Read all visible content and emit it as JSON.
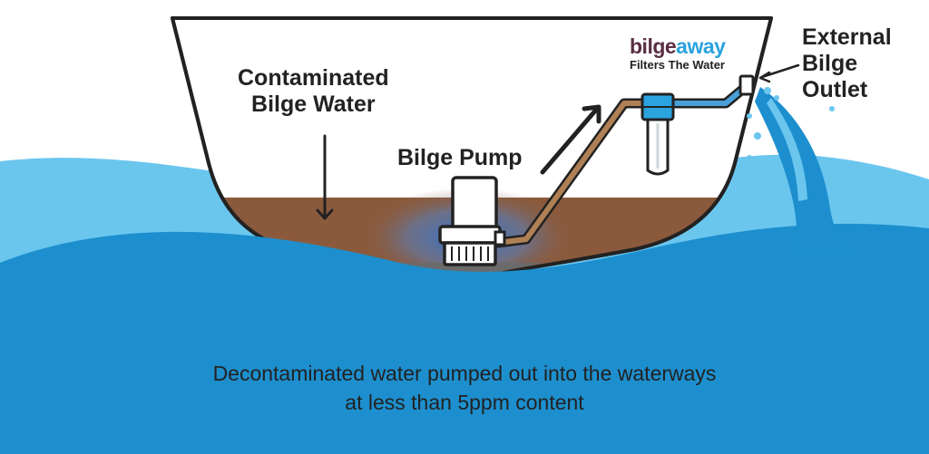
{
  "labels": {
    "contaminated_line1": "Contaminated",
    "contaminated_line2": "Bilge Water",
    "bilge_pump": "Bilge Pump",
    "outlet_line1": "External",
    "outlet_line2": "Bilge",
    "outlet_line3": "Outlet"
  },
  "brand": {
    "name_part1": "bilge",
    "name_part2": "away",
    "tagline": "Filters The Water"
  },
  "caption": {
    "line1": "Decontaminated water pumped out into the waterways",
    "line2": "at less than 5ppm content"
  },
  "colors": {
    "sea_deep": "#1d8fce",
    "sea_light": "#6bc6ee",
    "bilge_water": "#8b5a3c",
    "hull_outline": "#222222",
    "brand_primary": "#5a2e44",
    "brand_accent": "#2aa3de"
  }
}
